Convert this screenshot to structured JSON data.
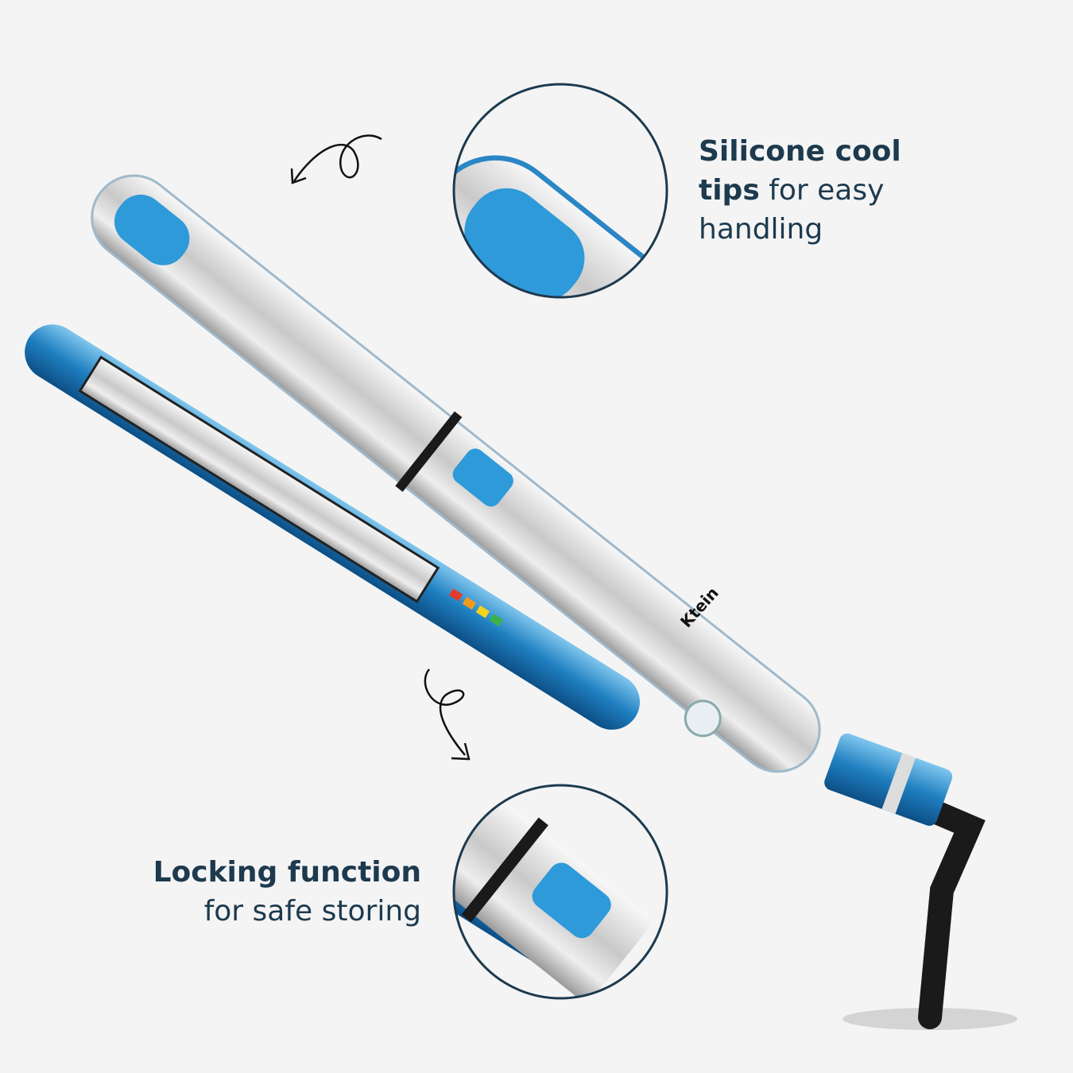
{
  "product": {
    "brand_logo": "Ktein"
  },
  "callouts": [
    {
      "bold": "Silicone cool tips",
      "bold_line2": "tips",
      "regular": "for easy handling"
    },
    {
      "bold": "Locking function",
      "regular": "for safe storing"
    }
  ],
  "callout_top": {
    "line1_bold": "Silicone cool",
    "line2_bold": "tips",
    "line2_regular": " for easy",
    "line3": "handling"
  },
  "callout_bottom": {
    "line1_bold": "Locking function",
    "line2": "for safe storing"
  },
  "colors": {
    "background": "#f4f4f4",
    "text": "#1d3a4e",
    "accent_blue": "#2a8fd0",
    "silver": "#d8d8d8"
  }
}
